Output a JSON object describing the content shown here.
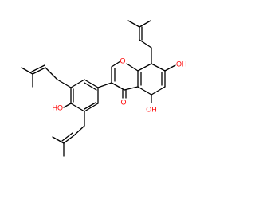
{
  "molecule": {
    "atom_labels": {
      "ring_oxygen": "O",
      "carbonyl_oxygen": "O",
      "hydroxyl_c5": "OH",
      "hydroxyl_c7": "OH",
      "hydroxyl_4prime": "HO"
    },
    "colors": {
      "bond": "#000000",
      "heteroatom": "#ff0000",
      "background": "#ffffff"
    }
  }
}
